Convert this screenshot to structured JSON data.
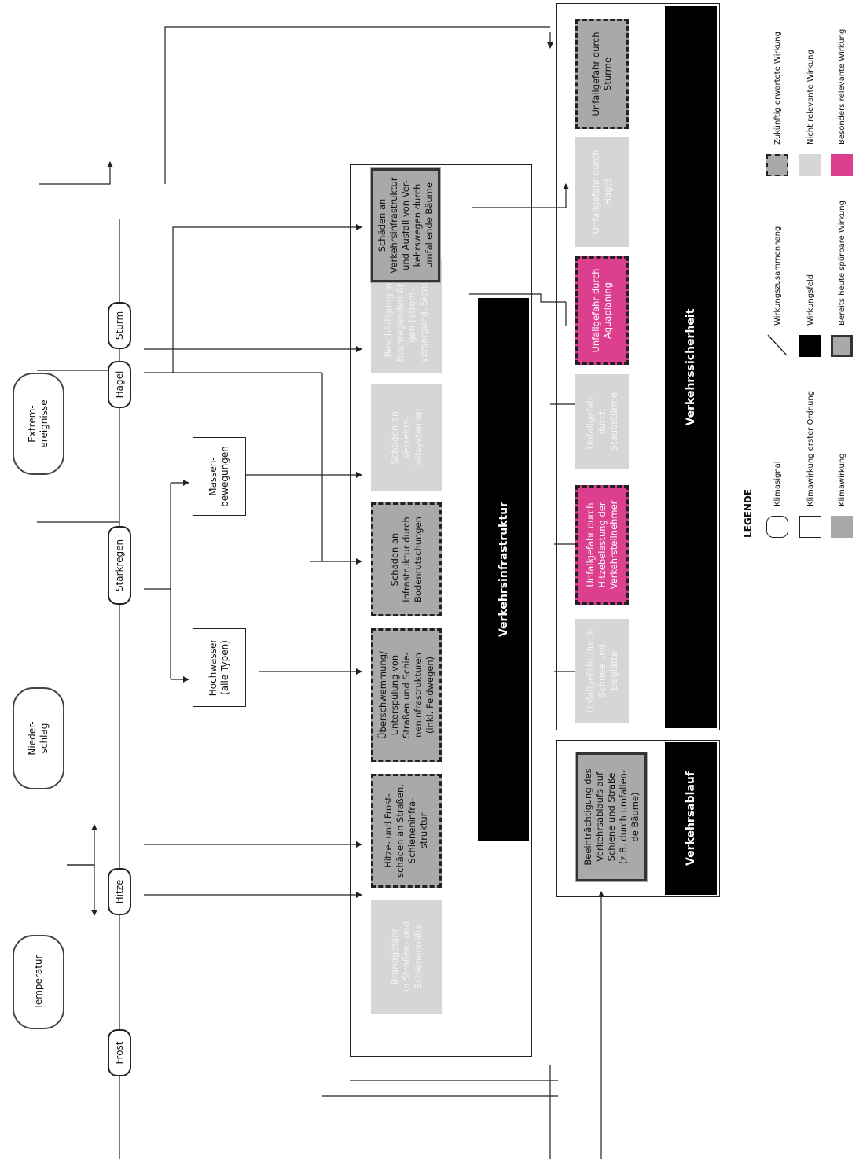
{
  "climate_signals": {
    "temperatur": {
      "label": "Temperatur"
    },
    "niederschlag": {
      "label": "Nieder-\nschlag"
    },
    "extremereignisse": {
      "label": "Extrem-\nereignisse"
    }
  },
  "signals": {
    "frost": "Frost",
    "hitze": "Hitze",
    "starkregen": "Starkregen",
    "hagel": "Hagel",
    "sturm": "Sturm"
  },
  "first_order": {
    "hochwasser": "Hochwasser\n(alle Typen)",
    "massenbewegungen": "Massen-\nbewegungen"
  },
  "impacts": {
    "brandgefahr": "Brandgefahr\nin Straßen- und\nSchienennähe",
    "hitze_frost": "Hitze- und Frost-\nschäden an Straßen,\nSchieneninfra-\nstruktur",
    "ueberschwemmung": "Überschwemmung/\nUnterspülung von\nStraßen und Schie-\nneninfrastrukturen\n(inkl. Feldwegen)",
    "bodenrutschungen": "Schäden an\nInfrastruktur durch\nBodenrutschungen",
    "verkehrsleitsysteme": "Schäden an\nVerkehrs-\nleitsystemen",
    "beschaedigung": "Beschädigung von\nhochragenden Anla-\ngen (Strom-\nversorgung, Signale)",
    "umfallende_baeume": "Schäden an\nVerkehrsinfrastruktur\nund Ausfall von Ver-\nkehrswegen durch\numfallende Bäume",
    "schnee_eis": "Unfallgefahr durch\nSchnee und Eisglätte",
    "hitzebelastung": "Unfallgefahr durch\nHitzebelastung der\nVerkehrsteilnehmer",
    "staubstuerme": "Unfallgefahr durch\nStaubstürme",
    "aquaplaning": "Unfallgefahr durch\nAquaplaning",
    "hagel_unfall": "Unfallgefahr durch\nHagel",
    "stuerme": "Unfallgefahr durch\nStürme",
    "verkehrsablauf_impact": "Beeinträchtigung des\nVerkehrsablaufs auf\nSchiene und Straße\n(z.B. durch umfallen-\nde Bäume)"
  },
  "fields": {
    "verkehrsinfrastruktur": "Verkehrsinfrastruktur",
    "verkehrssicherheit": "Verkehrssicherheit",
    "verkehrsablauf": "Verkehrsablauf"
  },
  "legend": {
    "title": "LEGENDE",
    "items": [
      {
        "label": "Klimasignal"
      },
      {
        "label": "Klimawirkung erster Ordnung"
      },
      {
        "label": "Klimawirkung"
      },
      {
        "label": "Wirkungszusammenhang"
      },
      {
        "label": "Wirkungsfeld"
      },
      {
        "label": "Bereits heute spürbare Wirkung"
      },
      {
        "label": "Zukünftig erwartete Wirkung"
      },
      {
        "label": "Nicht relevante Wirkung"
      },
      {
        "label": "Besonders relevante Wirkung"
      }
    ]
  },
  "colors": {
    "pink": "#dd3f8f",
    "dark_gray": "#a9a9a9",
    "light_gray": "#d6d6d6",
    "black": "#000000"
  }
}
